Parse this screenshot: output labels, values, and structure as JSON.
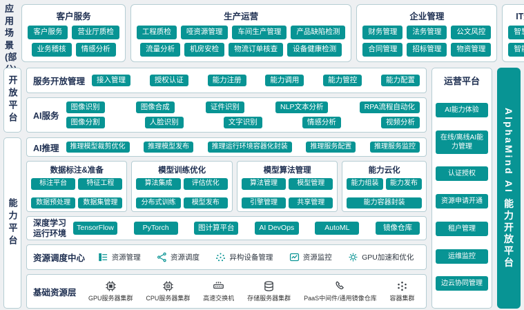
{
  "colors": {
    "accent_teal": "#089494",
    "dark_navy": "#1d2e50",
    "panel_border": "#b5cdd3",
    "page_bg": "#eef0f2",
    "icon_dark": "#3a3f45"
  },
  "header": {
    "label_lines": [
      "AI应用场景",
      "(部分)"
    ],
    "groups": [
      {
        "title": "客户服务",
        "rows": [
          [
            "客户服务",
            "营业厅质检"
          ],
          [
            "业务稽核",
            "情感分析"
          ]
        ]
      },
      {
        "title": "生产运营",
        "rows": [
          [
            "工程质检",
            "哑资源管理",
            "车间生产管理",
            "产品缺陷检测"
          ],
          [
            "流量分析",
            "机房安检",
            "物流订单核查",
            "设备健康检测"
          ]
        ]
      },
      {
        "title": "企业管理",
        "rows": [
          [
            "财务管理",
            "法务管理",
            "公文风控"
          ],
          [
            "合同管理",
            "招标管理",
            "物资管理"
          ]
        ]
      },
      {
        "title": "IT运维",
        "rows": [
          [
            "智慧机房"
          ],
          [
            "智能运维"
          ]
        ]
      }
    ]
  },
  "open_platform": {
    "tab": "开放平台",
    "service_mgmt": {
      "title": "服务开放管理",
      "items": [
        "接入管理",
        "授权认证",
        "能力注册",
        "能力调用",
        "能力管控",
        "能力配置"
      ]
    },
    "ai_services": {
      "title": "AI服务",
      "rows": [
        [
          "图像识别",
          "图像合成",
          "证件识别",
          "NLP文本分析",
          "RPA流程自动化"
        ],
        [
          "图像分割",
          "人脸识别",
          "文字识别",
          "情感分析",
          "视频分析"
        ]
      ]
    }
  },
  "capability_platform": {
    "tab": "能力平台",
    "ai_inference": {
      "title": "AI推理",
      "items": [
        "推理模型裁剪优化",
        "推理模型发布",
        "推理运行环境容器化封装",
        "推理服务配置",
        "推理服务监控"
      ]
    },
    "groups": [
      {
        "title": "数据标注&准备",
        "items": [
          "标注平台",
          "特征工程",
          "数据预处理",
          "数据集管理"
        ]
      },
      {
        "title": "模型训练优化",
        "items": [
          "算法集成",
          "评估优化",
          "分布式训练",
          "模型发布"
        ]
      },
      {
        "title": "模型算法管理",
        "items": [
          "算法管理",
          "模型管理",
          "引擎管理",
          "共享管理"
        ]
      },
      {
        "title": "能力云化",
        "items": [
          "能力组装",
          "能力发布",
          "能力容器封装"
        ]
      }
    ],
    "dl_runtime": {
      "title_lines": [
        "深度学习",
        "运行环境"
      ],
      "items": [
        "TensorFlow",
        "PyTorch",
        "图计算平台",
        "AI DevOps",
        "AutoML",
        "镜像仓库"
      ]
    },
    "resource_center": {
      "title": "资源调度中心",
      "items": [
        {
          "label": "资源管理",
          "icon": "list-icon"
        },
        {
          "label": "资源调度",
          "icon": "share-network-icon"
        },
        {
          "label": "异构设备管理",
          "icon": "device-cluster-icon"
        },
        {
          "label": "资源监控",
          "icon": "monitor-chart-icon"
        },
        {
          "label": "GPU加速和优化",
          "icon": "gear-icon"
        }
      ]
    },
    "base_layer": {
      "title": "基础资源层",
      "items": [
        {
          "label": "GPU服务器集群",
          "icon": "gpu-chip-icon"
        },
        {
          "label": "CPU服务器集群",
          "icon": "cpu-chip-icon"
        },
        {
          "label": "高速交换机",
          "icon": "switch-icon"
        },
        {
          "label": "存储服务器集群",
          "icon": "storage-icon"
        },
        {
          "label": "PaaS中间件/通用镜像仓库",
          "icon": "paas-middleware-icon"
        },
        {
          "label": "容器集群",
          "icon": "container-cluster-icon"
        }
      ]
    }
  },
  "operations_platform": {
    "title": "运营平台",
    "items": [
      "AI能力体验",
      "在线/离线AI能力管理",
      "认证授权",
      "资源申请开通",
      "租户管理",
      "运维监控",
      "边云协同管理"
    ]
  },
  "brand_bar": {
    "text": "AlphaMind AI 能力开放平台"
  }
}
